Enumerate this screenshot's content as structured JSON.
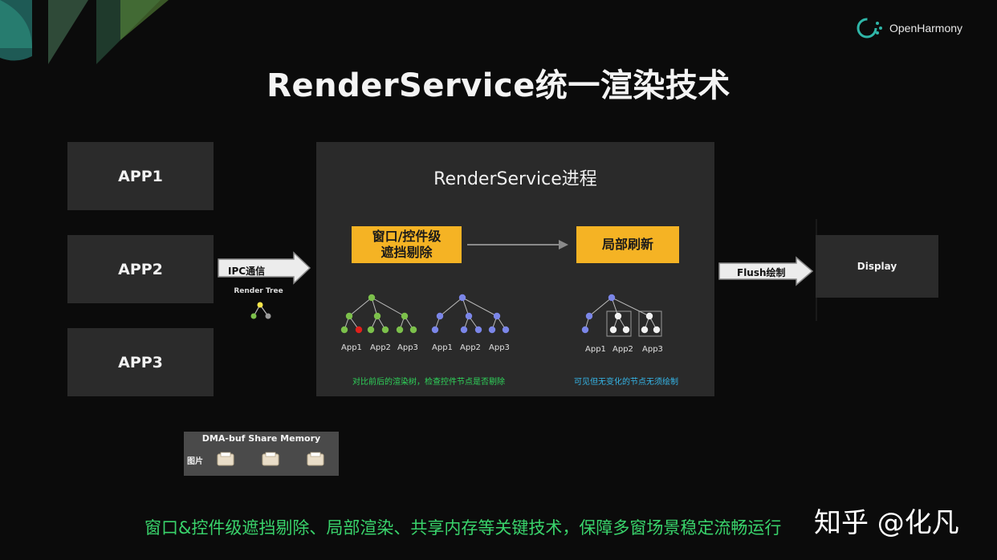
{
  "logo": {
    "text": "OpenHarmony"
  },
  "title": "RenderService统一渲染技术",
  "apps": [
    {
      "label": "APP1"
    },
    {
      "label": "APP2"
    },
    {
      "label": "APP3"
    }
  ],
  "ipc": {
    "label": "IPC通信",
    "render_tree_label": "Render Tree"
  },
  "panel": {
    "title": "RenderService进程",
    "occlusion_box": "窗口/控件级\n遮挡剔除",
    "partial_box": "局部刷新",
    "tree_labels_1": [
      "App1",
      "App2",
      "App3"
    ],
    "tree_labels_2": [
      "App1",
      "App2",
      "App3"
    ],
    "tree_labels_3": [
      "App1",
      "App2",
      "App3"
    ],
    "caption_left": "对比前后的渲染树，检查控件节点是否剔除",
    "caption_right": "可见但无变化的节点无须绘制"
  },
  "flush": {
    "label": "Flush绘制"
  },
  "display": {
    "label": "Display"
  },
  "dma": {
    "title": "DMA-buf Share Memory",
    "label": "图片"
  },
  "bottom_text": "窗口&控件级遮挡剔除、局部渲染、共享内存等关键技术，保障多窗场景稳定流畅运行",
  "watermark": "知乎 @化凡",
  "colors": {
    "accent_orange": "#f5b324",
    "tree_green": "#7cc04b",
    "tree_red": "#e0201b",
    "tree_blue": "#7b86e8",
    "tree_white": "#f2f2f2",
    "caption_green": "#2fd35a",
    "caption_blue": "#35b6e8",
    "bottom_green": "#39d36b"
  }
}
